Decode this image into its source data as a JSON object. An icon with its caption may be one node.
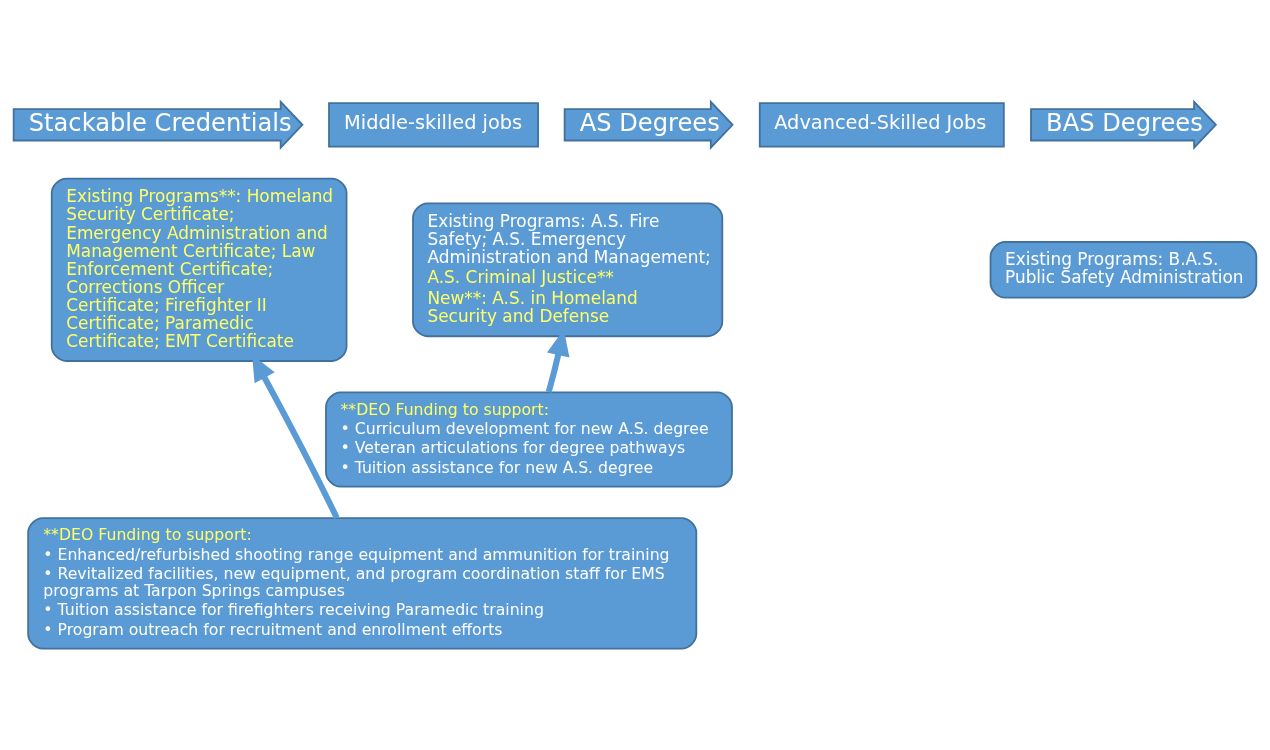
{
  "diagram": {
    "nodes": [
      {
        "text": [
          "Stackable Credentials"
        ]
      },
      {
        "text": [
          "Middle-skilled jobs"
        ]
      },
      {
        "text": [
          "AS Degrees"
        ]
      },
      {
        "text": [
          "Advanced-Skilled Jobs"
        ]
      },
      {
        "text": [
          "BAS Degrees"
        ]
      },
      {
        "text": [
          "Existing Programs**: Homeland Security Certificate; Emergency Administration and Management Certificate; Law Enforcement Certificate; Corrections Officer Certificate; Firefighter II Certificate; Paramedic Certificate; EMT Certificate"
        ]
      },
      {
        "text": [
          "Existing Programs: A.S. Fire Safety; A.S. Emergency Administration and Management;",
          "A.S. Criminal Justice**",
          "New**: A.S. in Homeland Security and Defense"
        ]
      },
      {
        "text": [
          "Existing Programs: B.A.S. Public Safety Administration"
        ]
      },
      {
        "text": [
          "**DEO Funding to support:",
          "• Enhanced/refurbished shooting range equipment and ammunition for training",
          "• Revitalized facilities, new equipment, and program coordination staff for EMS programs at Tarpon Springs campuses",
          "• Tuition assistance for firefighters receiving Paramedic training",
          "• Program outreach for recruitment and enrollment efforts"
        ]
      },
      {
        "text": [
          "**DEO Funding to support:",
          "• Curriculum development for new A.S. degree",
          "• Veteran articulations for degree pathways",
          "• Tuition assistance for new A.S. degree"
        ]
      }
    ],
    "edges": [
      {
        "from": 8,
        "to": 5,
        "arrow": "to"
      },
      {
        "from": 9,
        "to": 6,
        "arrow": "to"
      }
    ]
  }
}
